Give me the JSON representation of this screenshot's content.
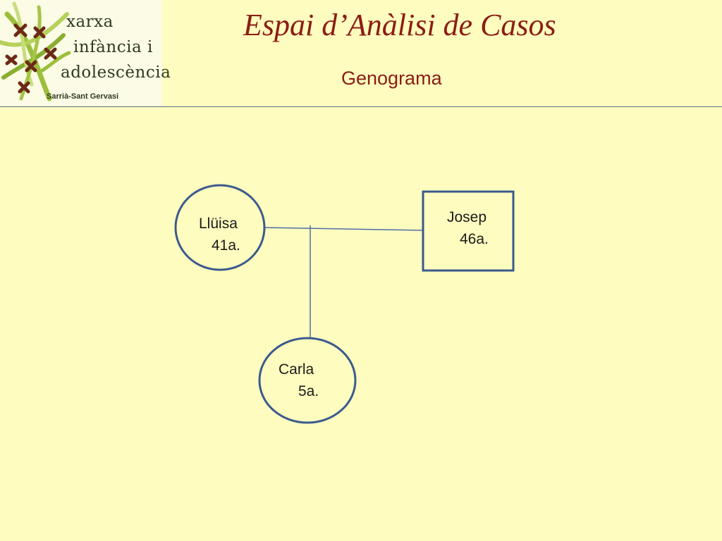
{
  "header": {
    "title": "Espai d’Anàlisi de Casos",
    "subtitle": "Genograma",
    "logo": {
      "line1": "xarxa",
      "line2": "infància i",
      "line3": "adolescència",
      "line4": "Sarrià-Sant Gervasi"
    }
  },
  "genogram": {
    "people": [
      {
        "id": "lluisa",
        "name": "Llüisa",
        "age": "41a.",
        "shape": "circle"
      },
      {
        "id": "josep",
        "name": "Josep",
        "age": "46a.",
        "shape": "square"
      },
      {
        "id": "carla",
        "name": "Carla",
        "age": "5a.",
        "shape": "circle"
      }
    ],
    "colors": {
      "background": "#fefcbf",
      "node_stroke": "#3b5a8e",
      "title": "#8b1d14"
    }
  }
}
